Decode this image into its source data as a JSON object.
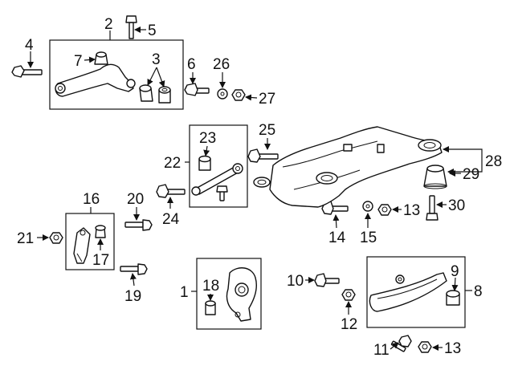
{
  "diagram": {
    "callouts": [
      {
        "id": "c1",
        "text": "1"
      },
      {
        "id": "c2",
        "text": "2"
      },
      {
        "id": "c3",
        "text": "3"
      },
      {
        "id": "c4",
        "text": "4"
      },
      {
        "id": "c5",
        "text": "5"
      },
      {
        "id": "c6",
        "text": "6"
      },
      {
        "id": "c7",
        "text": "7"
      },
      {
        "id": "c8",
        "text": "8"
      },
      {
        "id": "c9",
        "text": "9"
      },
      {
        "id": "c10",
        "text": "10"
      },
      {
        "id": "c11",
        "text": "11"
      },
      {
        "id": "c12",
        "text": "12"
      },
      {
        "id": "c13a",
        "text": "13"
      },
      {
        "id": "c13b",
        "text": "13"
      },
      {
        "id": "c14",
        "text": "14"
      },
      {
        "id": "c15",
        "text": "15"
      },
      {
        "id": "c16",
        "text": "16"
      },
      {
        "id": "c17",
        "text": "17"
      },
      {
        "id": "c18",
        "text": "18"
      },
      {
        "id": "c19",
        "text": "19"
      },
      {
        "id": "c20",
        "text": "20"
      },
      {
        "id": "c21",
        "text": "21"
      },
      {
        "id": "c22",
        "text": "22"
      },
      {
        "id": "c23",
        "text": "23"
      },
      {
        "id": "c24",
        "text": "24"
      },
      {
        "id": "c25",
        "text": "25"
      },
      {
        "id": "c26",
        "text": "26"
      },
      {
        "id": "c27",
        "text": "27"
      },
      {
        "id": "c28",
        "text": "28"
      },
      {
        "id": "c29",
        "text": "29"
      },
      {
        "id": "c30",
        "text": "30"
      }
    ]
  }
}
